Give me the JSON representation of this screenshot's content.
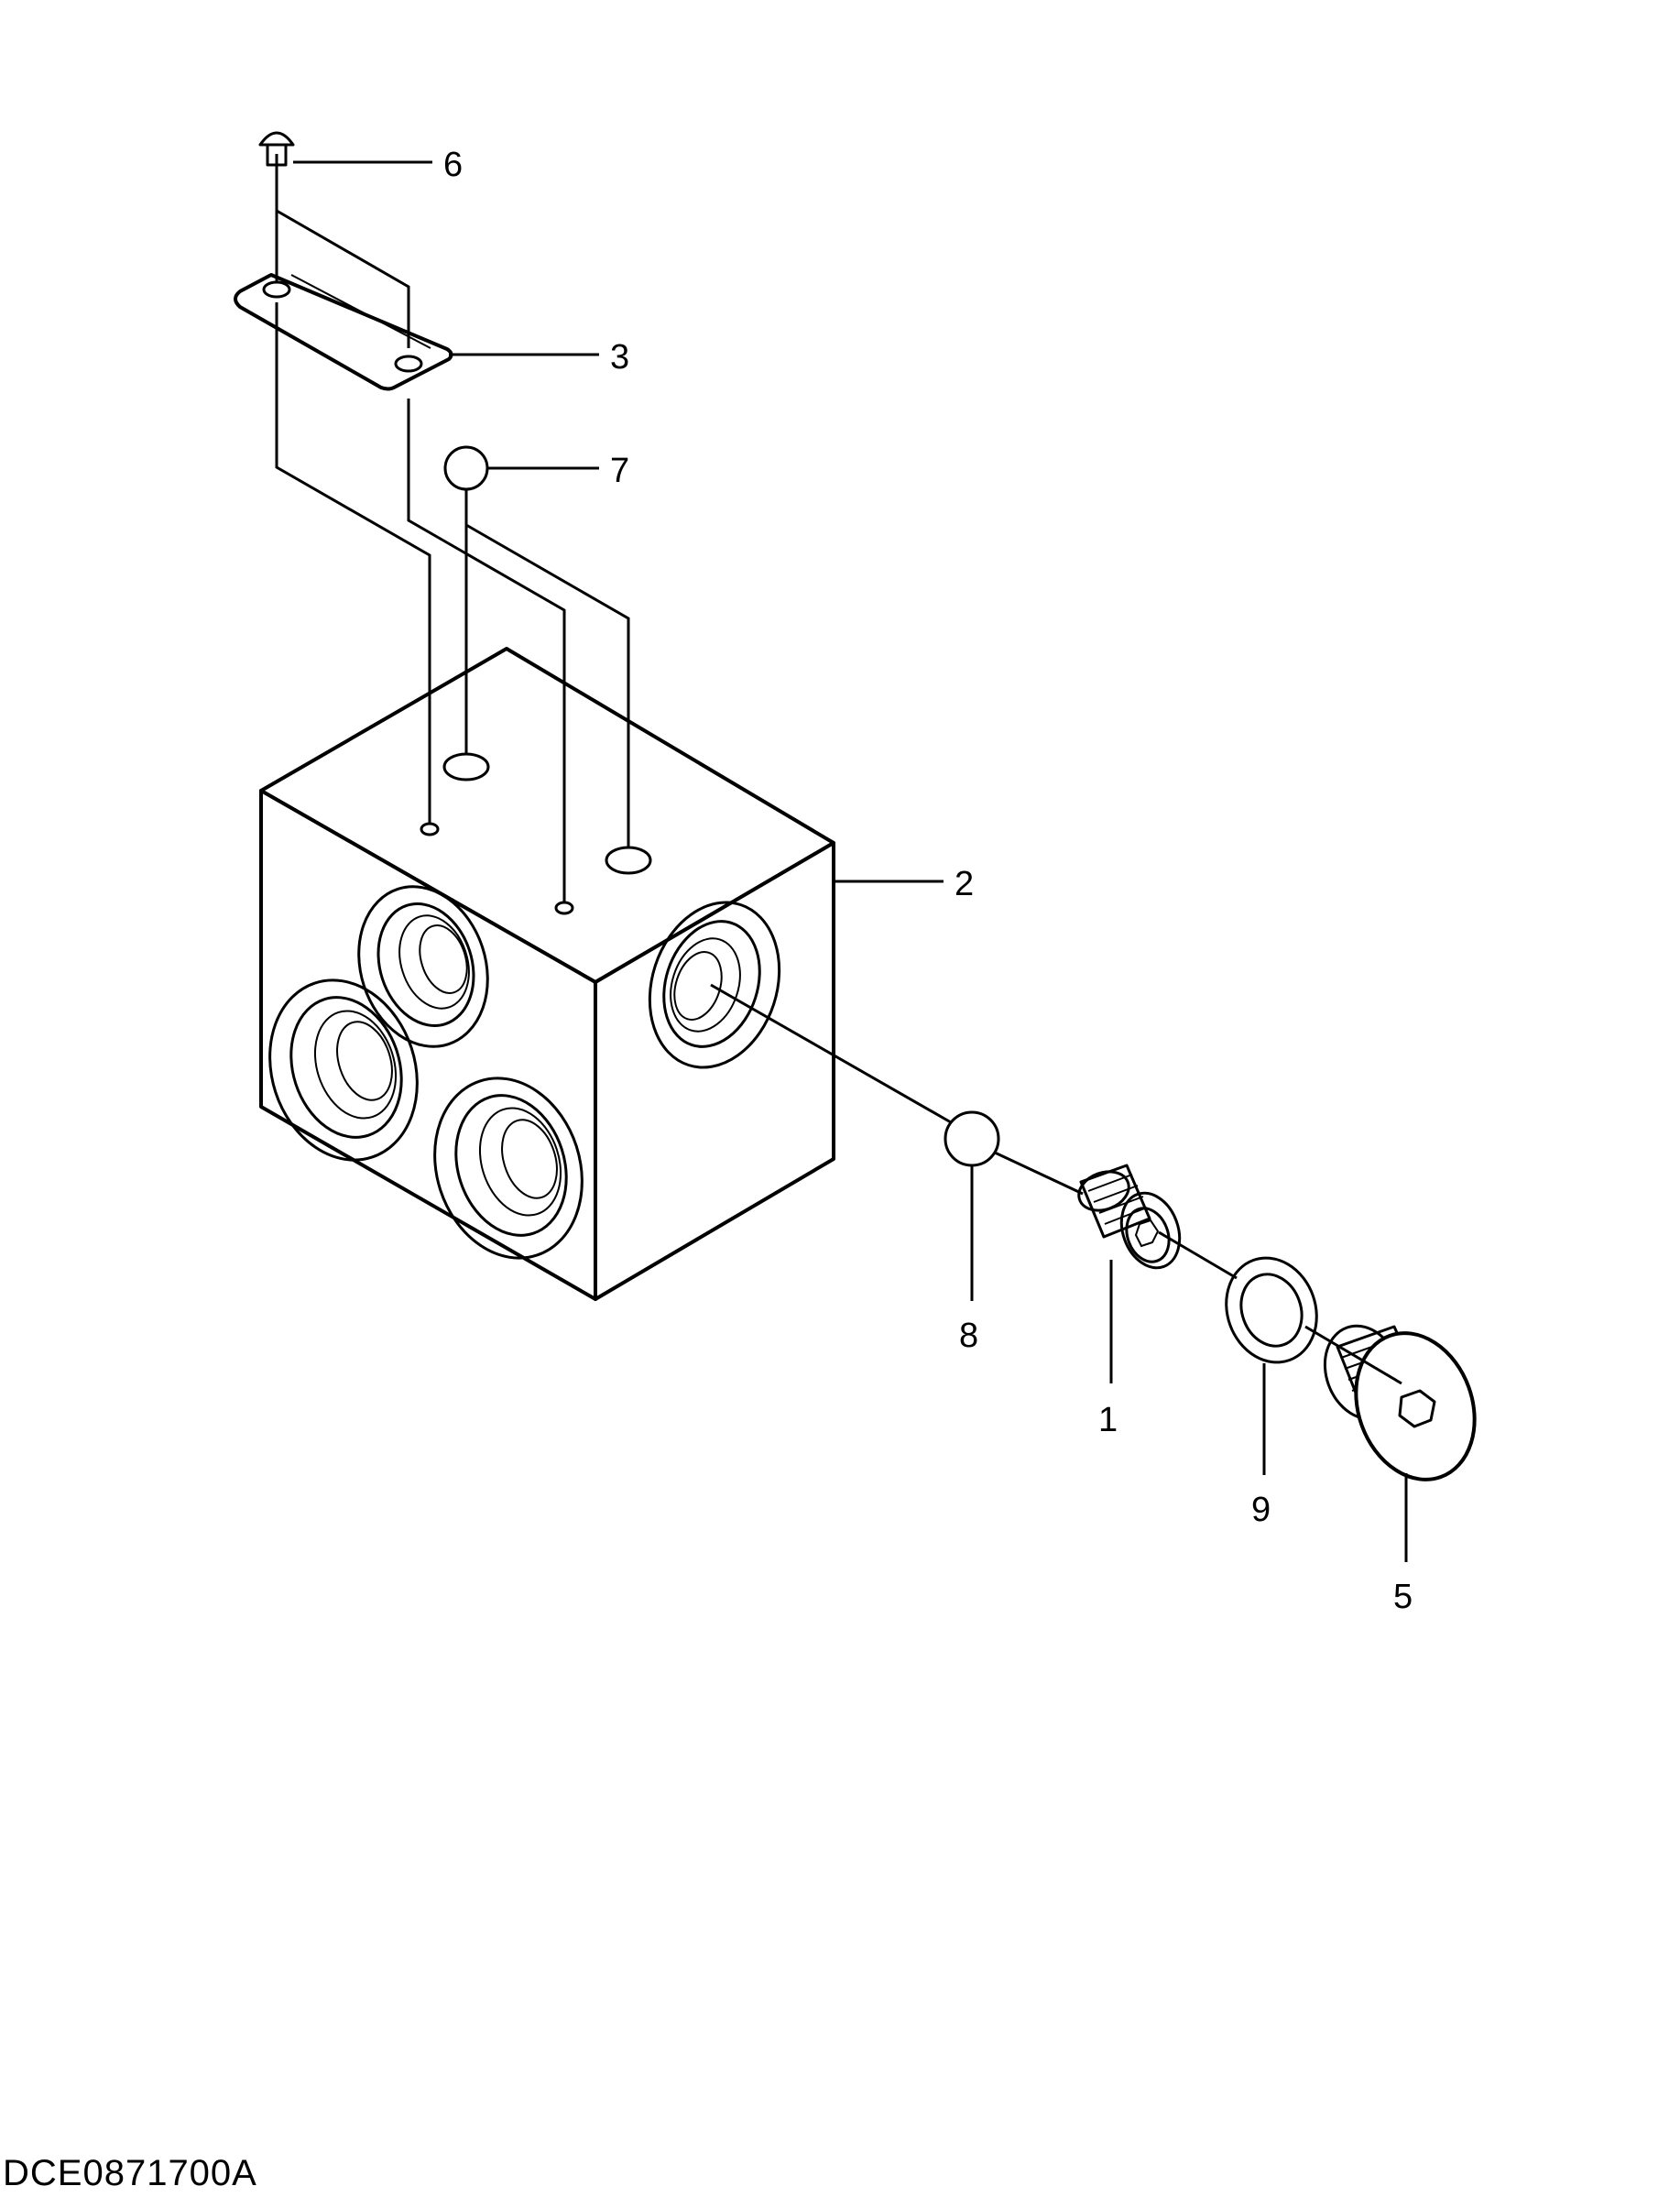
{
  "callouts": [
    {
      "id": "1",
      "label": "1"
    },
    {
      "id": "2",
      "label": "2"
    },
    {
      "id": "3",
      "label": "3"
    },
    {
      "id": "5",
      "label": "5"
    },
    {
      "id": "6",
      "label": "6"
    },
    {
      "id": "7",
      "label": "7"
    },
    {
      "id": "8",
      "label": "8"
    },
    {
      "id": "9",
      "label": "9"
    }
  ],
  "figure_code": "DCE0871700A"
}
